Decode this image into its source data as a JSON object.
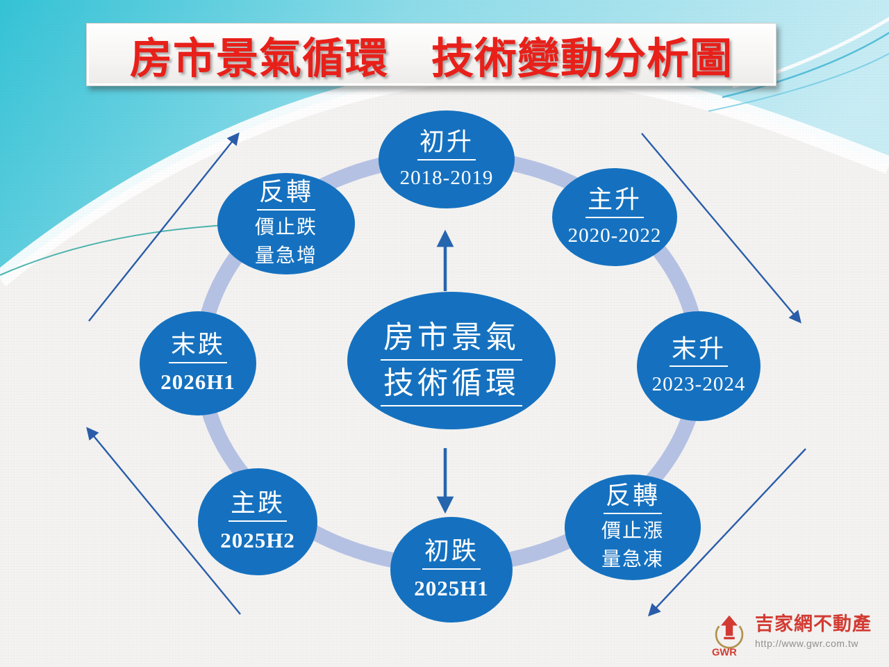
{
  "slide": {
    "title": "房市景氣循環　技術變動分析圖"
  },
  "center": {
    "line1": "房市景氣",
    "line2": "技術循環"
  },
  "nodes": [
    {
      "position": "top",
      "label": "初升",
      "lines": [
        "2018-2019"
      ]
    },
    {
      "position": "top-right",
      "label": "主升",
      "lines": [
        "2020-2022"
      ]
    },
    {
      "position": "right",
      "label": "末升",
      "lines": [
        "2023-2024"
      ]
    },
    {
      "position": "bottom-right",
      "label": "反轉",
      "lines": [
        "價止漲",
        "量急凍"
      ]
    },
    {
      "position": "bottom",
      "label": "初跌",
      "lines": [
        "2025H1"
      ]
    },
    {
      "position": "bottom-left",
      "label": "主跌",
      "lines": [
        "2025H2"
      ]
    },
    {
      "position": "left",
      "label": "末跌",
      "lines": [
        "2026H1"
      ]
    },
    {
      "position": "top-left",
      "label": "反轉",
      "lines": [
        "價止跌",
        "量急增"
      ]
    }
  ],
  "logo": {
    "company": "吉家網不動產",
    "abbr": "GWR",
    "url": "http://www.gwr.com.tw"
  },
  "colors": {
    "node_blue": "#1571bf",
    "ring_lavender": "#b5c1e3",
    "arrow_blue": "#2a5caa",
    "title_red": "#e8201a",
    "logo_red": "#d23b33",
    "logo_gold": "#b2924f",
    "header_cyan": "#3ac5d8"
  }
}
